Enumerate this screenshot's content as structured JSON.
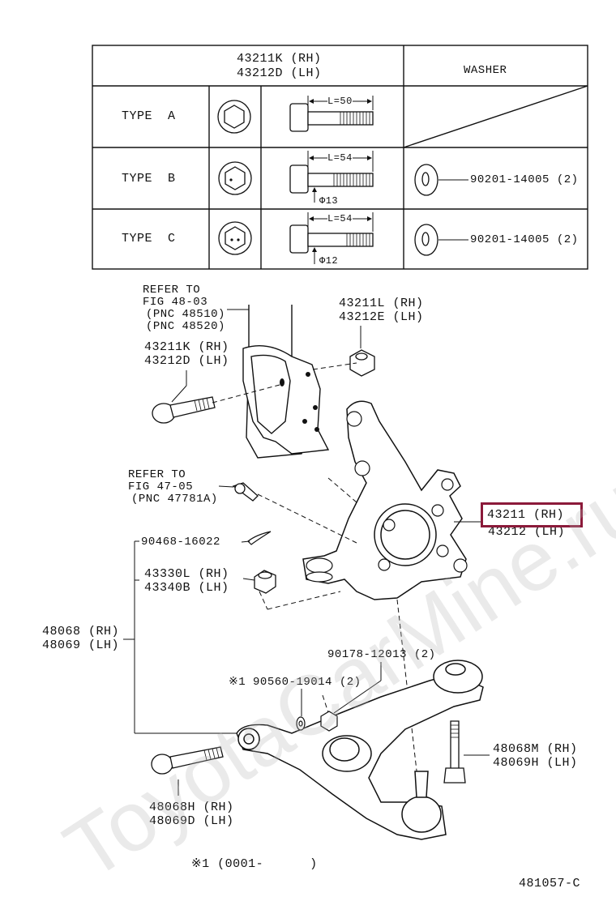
{
  "table": {
    "header_part": [
      "43211K (RH)",
      "43212D (LH)"
    ],
    "header_washer": "WASHER",
    "rows": [
      {
        "type": "TYPE  A",
        "length": "L=50",
        "diameter": "",
        "washer": ""
      },
      {
        "type": "TYPE  B",
        "length": "L=54",
        "diameter": "Φ13",
        "washer": "90201-14005 (2)"
      },
      {
        "type": "TYPE  C",
        "length": "L=54",
        "diameter": "Φ12",
        "washer": "90201-14005 (2)"
      }
    ]
  },
  "callouts": {
    "refer_fig48": [
      "REFER TO",
      "FIG 48-03",
      "(PNC 48510)",
      "(PNC 48520)"
    ],
    "bolt_upper": [
      "43211K (RH)",
      "43212D (LH)"
    ],
    "nut_upper": [
      "43211L (RH)",
      "43212E (LH)"
    ],
    "refer_fig47": [
      "REFER TO",
      "FIG 47-05",
      "(PNC 47781A)"
    ],
    "knuckle_rh": "43211 (RH)",
    "knuckle_lh": "43212 (LH)",
    "cotter_pin": "90468-16022",
    "castle_nut": [
      "43330L (RH)",
      "43340B (LH)"
    ],
    "arm_assy": [
      "48068 (RH)",
      "48069 (LH)"
    ],
    "nut_lower": "90178-12013 (2)",
    "washer_lower": "※1 90560-19014 (2)",
    "bolt_rear": [
      "48068M (RH)",
      "48069H (LH)"
    ],
    "bolt_front": [
      "48068H (RH)",
      "48069D (LH)"
    ]
  },
  "footnote": "※1 (0001-      )",
  "figure_code": "481057-C",
  "watermark": "ToyotaCarMine.ru",
  "highlight_color": "#8b1a3a"
}
